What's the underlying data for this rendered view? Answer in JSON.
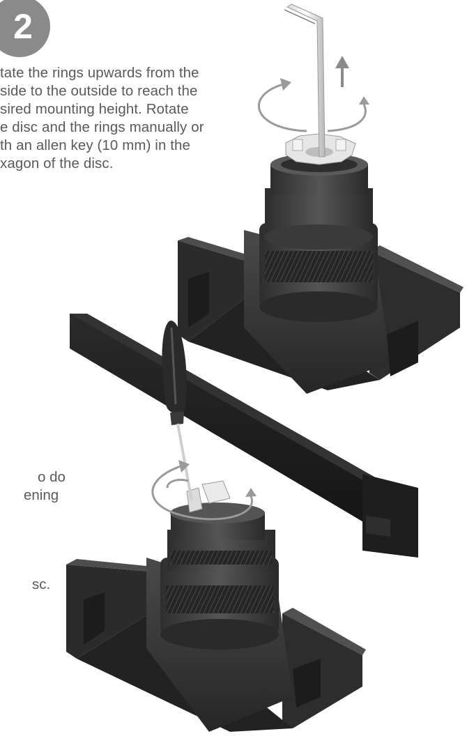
{
  "step": {
    "number": "2"
  },
  "instructions": {
    "lines": [
      "tate the rings upwards from the",
      "side to the outside to reach the",
      "sired mounting height. Rotate",
      "e disc and the rings manually or",
      "th an allen key (10 mm) in the",
      "xagon of the disc."
    ]
  },
  "left_text_fragments": {
    "line1": "o do",
    "line2": "ening",
    "line3": "sc."
  },
  "colors": {
    "badge": "#8a8a8a",
    "text": "#5a5a5a",
    "product": "#3a3a3a",
    "accent_white": "#e8e8e8"
  },
  "icons": [
    "rotation-arrow-icon",
    "up-arrow-icon",
    "allen-key-icon",
    "screwdriver-icon"
  ]
}
